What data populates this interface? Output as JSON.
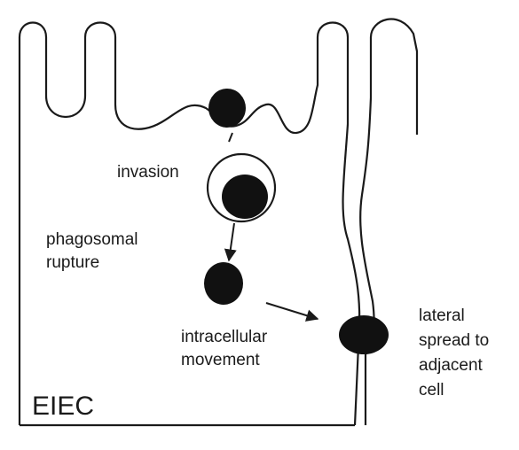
{
  "labels": {
    "invasion": "invasion",
    "phagosomal_1": "phagosomal",
    "phagosomal_2": "rupture",
    "intracellular_1": "intracellular",
    "intracellular_2": "movement",
    "lateral_1": "lateral",
    "lateral_2": "spread to",
    "lateral_3": "adjacent",
    "lateral_4": "cell",
    "cell_name": "EIEC"
  },
  "colors": {
    "ink": "#1a1a1a",
    "bacterium": "#111111",
    "background": "#ffffff"
  }
}
